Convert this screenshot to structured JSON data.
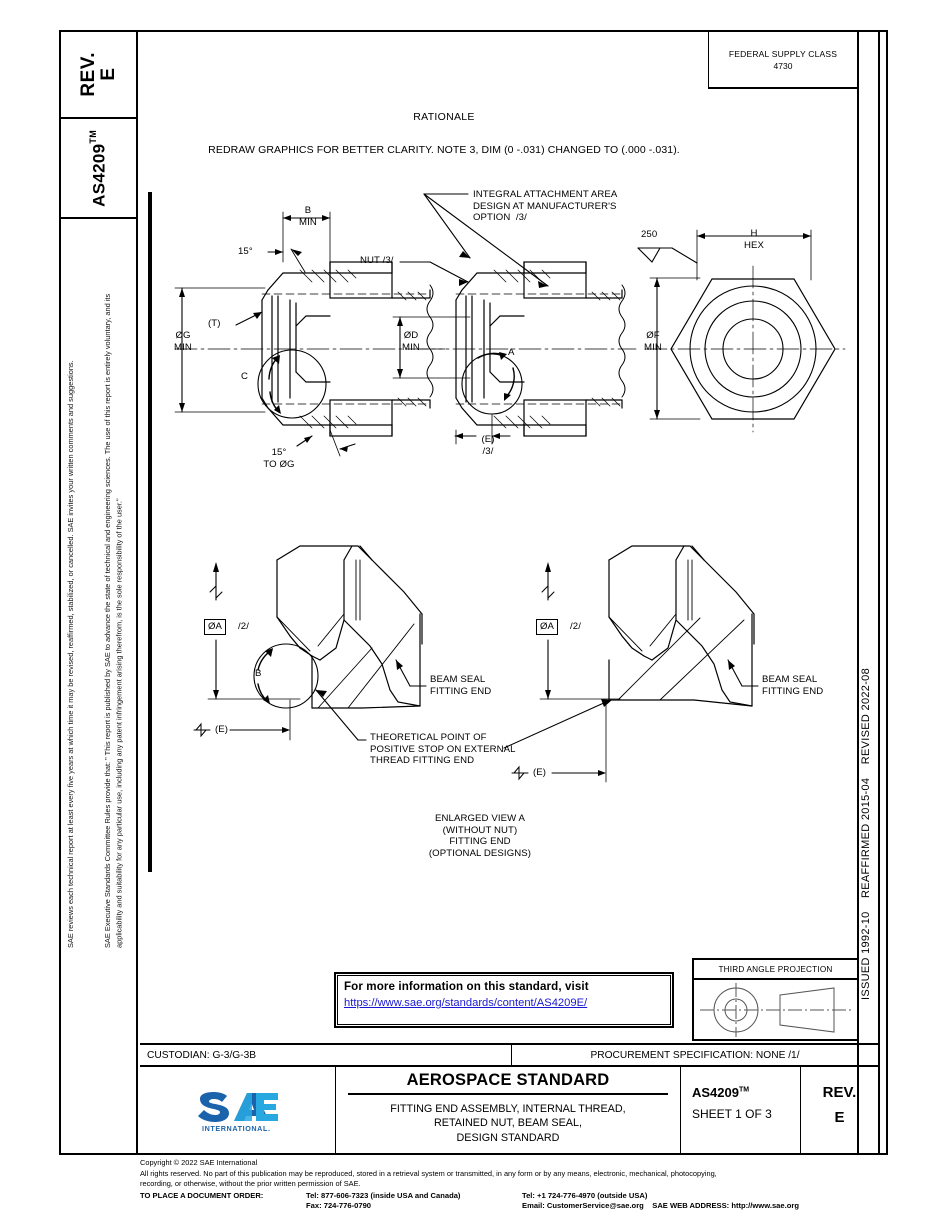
{
  "document": {
    "rev_label": "REV.",
    "rev_value": "E",
    "standard_id": "AS4209",
    "tm": "TM"
  },
  "federal_supply_class": {
    "label": "FEDERAL SUPPLY CLASS",
    "value": "4730"
  },
  "rationale": {
    "title": "RATIONALE",
    "text": "REDRAW GRAPHICS FOR BETTER CLARITY. NOTE 3, DIM (0 -.031) CHANGED TO (.000 -.031)."
  },
  "legal": {
    "paragraph1": "SAE Executive Standards Committee Rules provide that: \" This report is published by SAE to advance the state of technical and engineering sciences. The use of this report is entirely voluntary, and its applicability and suitability for any particular use, including any patent infringement arising therefrom, is the sole responsibility of the user.\"",
    "paragraph2": "SAE reviews each technical report at least every five years at which time it may be revised, reaffirmed, stabilized, or cancelled. SAE invites your written comments and suggestions."
  },
  "dates": {
    "issued": "ISSUED 1992-10",
    "reaffirmed": "REAFFIRMED 2015-04",
    "revised": "REVISED 2022-08"
  },
  "drawing_labels": {
    "b_min": "B\nMIN",
    "angle_15_top": "15°",
    "t_callout": "(T)",
    "og_min": "ØG\nMIN",
    "c_detail": "C",
    "angle_15_to_og": "15°\nTO ØG",
    "nut_note": "NUT /3/",
    "integral_note": "INTEGRAL ATTACHMENT AREA\nDESIGN AT MANUFACTURER'S\nOPTION  /3/",
    "od_min": "ØD\nMIN",
    "a_detail": "A",
    "e_note": "(E)\n/3/",
    "surface_250": "250",
    "h_hex": "H\nHEX",
    "of_min": "ØF\nMIN",
    "oa_left": "ØA",
    "oa_left_note": "/2/",
    "b_detail": "B",
    "e_left": "(E)",
    "beam_seal_left": "BEAM SEAL\nFITTING END",
    "theoretical_note": "THEORETICAL POINT OF\nPOSITIVE STOP ON EXTERNAL\nTHREAD FITTING END",
    "oa_right": "ØA",
    "oa_right_note": "/2/",
    "e_right": "(E)",
    "beam_seal_right": "BEAM SEAL\nFITTING END",
    "view_caption": "ENLARGED VIEW A\n(WITHOUT NUT)\nFITTING END\n(OPTIONAL DESIGNS)"
  },
  "info_box": {
    "title": "For more information on this standard, visit",
    "url": "https://www.sae.org/standards/content/AS4209E/"
  },
  "third_angle": {
    "title": "THIRD ANGLE PROJECTION"
  },
  "custodian_bar": {
    "custodian": "CUSTODIAN: G-3/G-3B",
    "procurement": "PROCUREMENT SPECIFICATION: NONE /1/"
  },
  "title_block": {
    "logo_text": "SAE",
    "logo_sub": "INTERNATIONAL",
    "heading": "AEROSPACE STANDARD",
    "subtitle": "FITTING END ASSEMBLY, INTERNAL THREAD,\nRETAINED NUT, BEAM SEAL,\nDESIGN STANDARD",
    "number": "AS4209",
    "number_tm": "TM",
    "sheet": "SHEET 1 OF 3",
    "rev_label": "REV.",
    "rev_value": "E"
  },
  "footer": {
    "copyright": "Copyright © 2022 SAE International",
    "rights1": "All rights reserved. No part of this publication may be reproduced, stored in a retrieval system or transmitted, in any form or by any means, electronic, mechanical, photocopying,",
    "rights2": "recording, or otherwise, without the prior written permission of SAE.",
    "order_label": "TO PLACE A DOCUMENT ORDER:",
    "tel_inside": "Tel: 877-606-7323 (inside USA and Canada)",
    "fax": "Fax: 724-776-0790",
    "tel_outside": "Tel: +1 724-776-4970 (outside USA)",
    "email": "Email: CustomerService@sae.org",
    "web_label": "SAE WEB ADDRESS:",
    "web_url": "http://www.sae.org"
  },
  "colors": {
    "line": "#000000",
    "link": "#1818d0",
    "logo_dark_blue": "#1b63ab",
    "logo_light_blue": "#27a8e0"
  }
}
